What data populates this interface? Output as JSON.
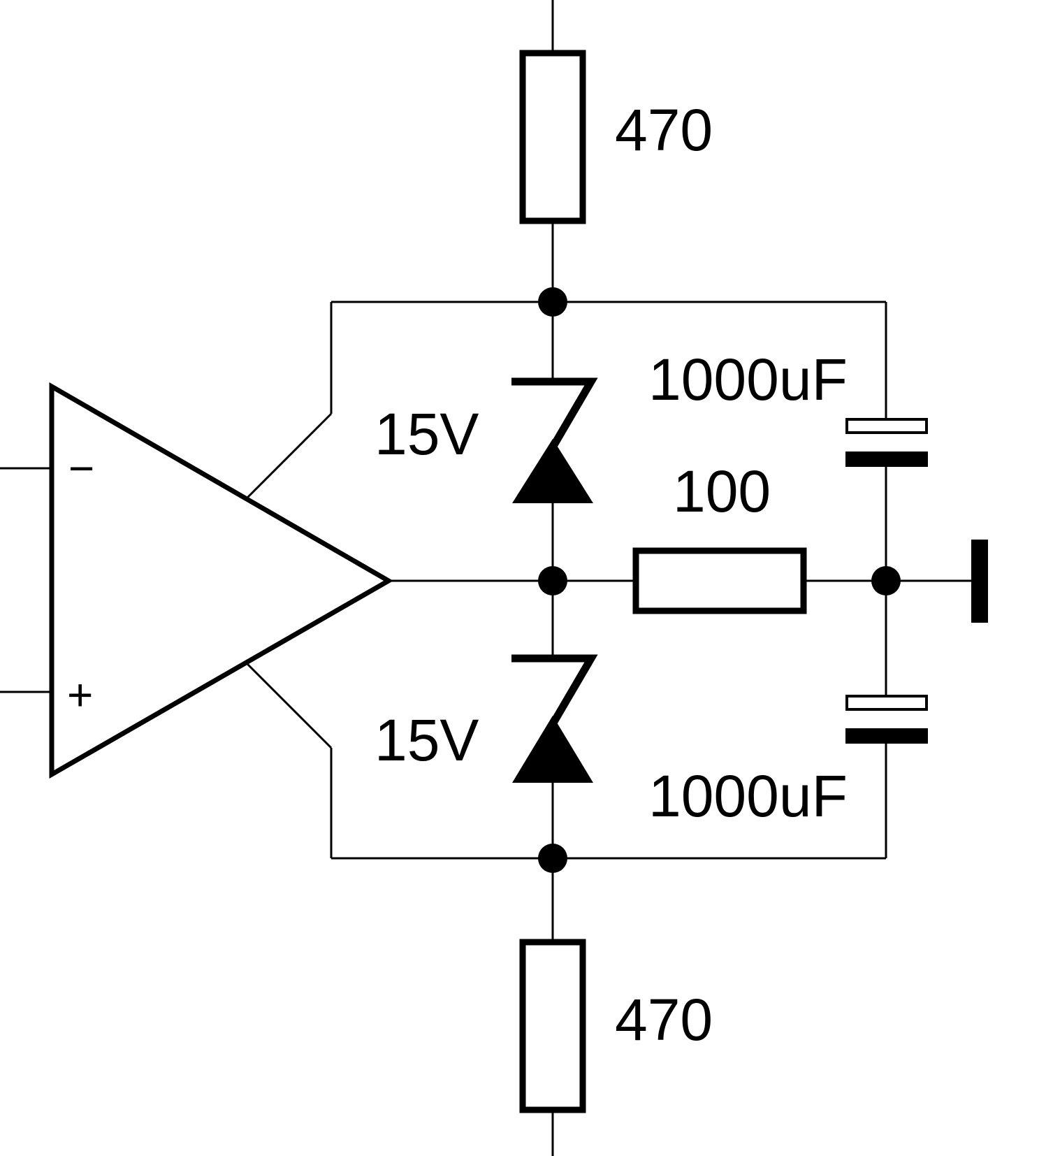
{
  "components": {
    "r_top": {
      "value": "470"
    },
    "r_bottom": {
      "value": "470"
    },
    "r_mid": {
      "value": "100"
    },
    "zener_top": {
      "value": "15V"
    },
    "zener_bottom": {
      "value": "15V"
    },
    "cap_top": {
      "value": "1000uF"
    },
    "cap_bottom": {
      "value": "1000uF"
    }
  },
  "opamp": {
    "inverting_label": "−",
    "noninverting_label": "+"
  },
  "colors": {
    "ink": "#000000",
    "background": "#ffffff"
  }
}
